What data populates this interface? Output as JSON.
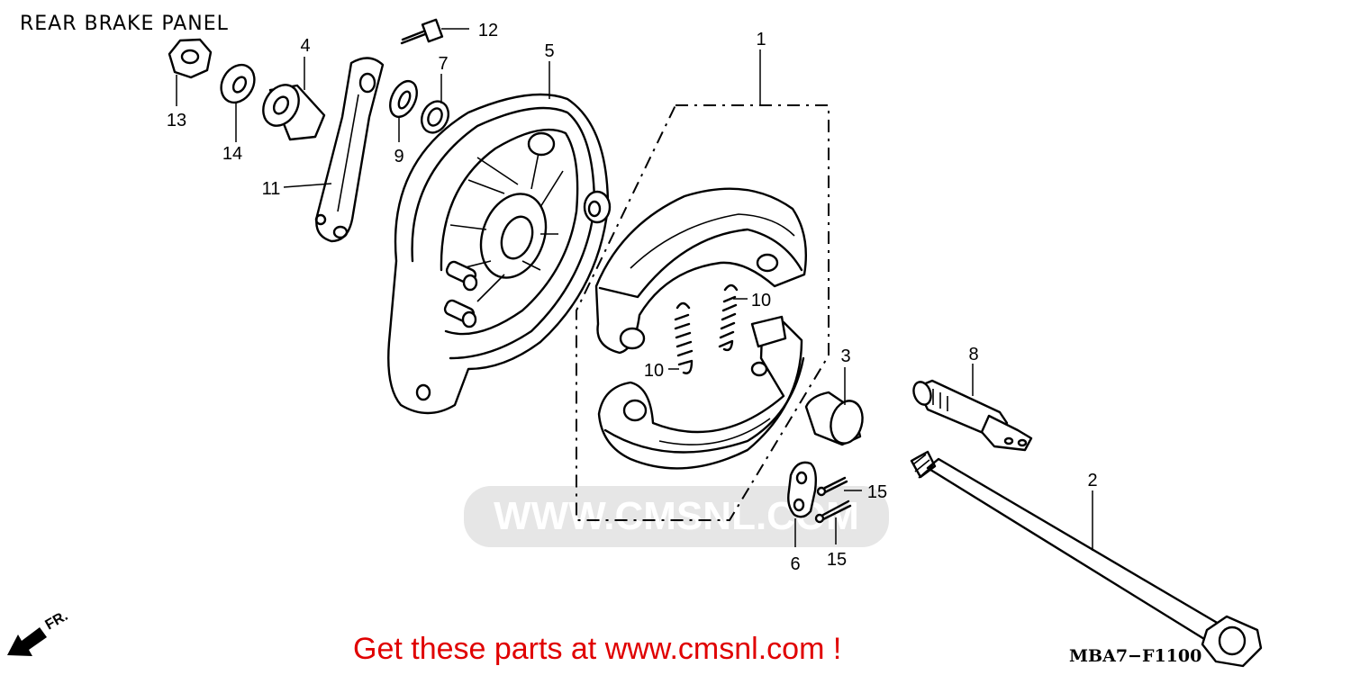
{
  "title": "REAR BRAKE PANEL",
  "promo_text": "Get these parts at www.cmsnl.com !",
  "diagram_code": "MBA7−F1100",
  "watermark_text": "WWW.CMSNL.COM",
  "front_arrow_label": "FR.",
  "callouts": {
    "c1": "1",
    "c2": "2",
    "c3": "3",
    "c4": "4",
    "c5": "5",
    "c6": "6",
    "c7": "7",
    "c8": "8",
    "c9": "9",
    "c10a": "10",
    "c10b": "10",
    "c11": "11",
    "c12": "12",
    "c13": "13",
    "c14": "14",
    "c15a": "15",
    "c15b": "15"
  },
  "colors": {
    "promo": "#e00000",
    "watermark": "#e6e6e6"
  }
}
